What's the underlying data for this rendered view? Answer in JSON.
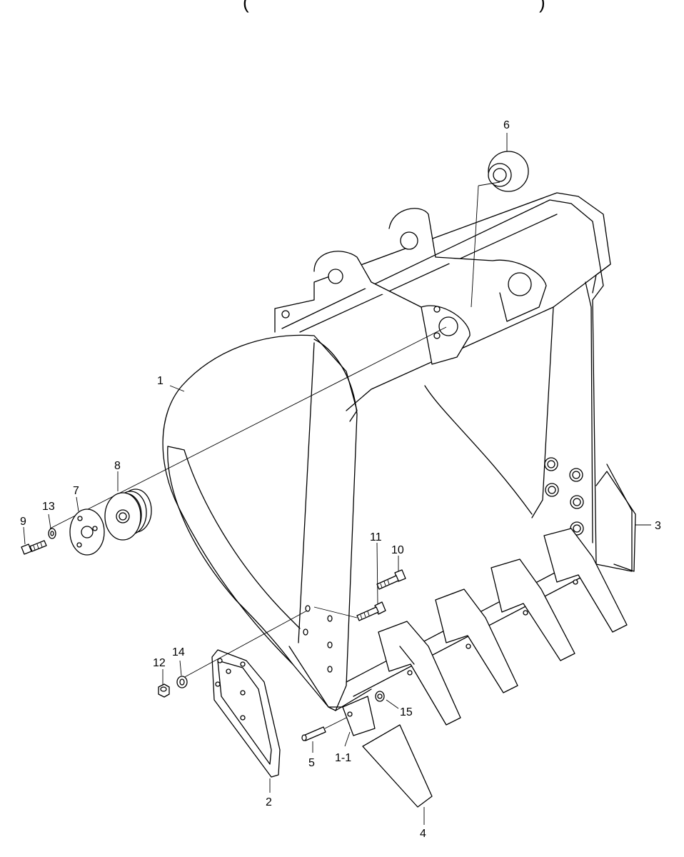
{
  "header": {
    "left_fragment": "(",
    "right_fragment": ")"
  },
  "labels": {
    "l1": "1",
    "l1_1": "1-1",
    "l2": "2",
    "l3": "3",
    "l4": "4",
    "l5": "5",
    "l6": "6",
    "l7": "7",
    "l8": "8",
    "l9": "9",
    "l10": "10",
    "l11": "11",
    "l12": "12",
    "l13": "13",
    "l14": "14",
    "l15": "15"
  }
}
